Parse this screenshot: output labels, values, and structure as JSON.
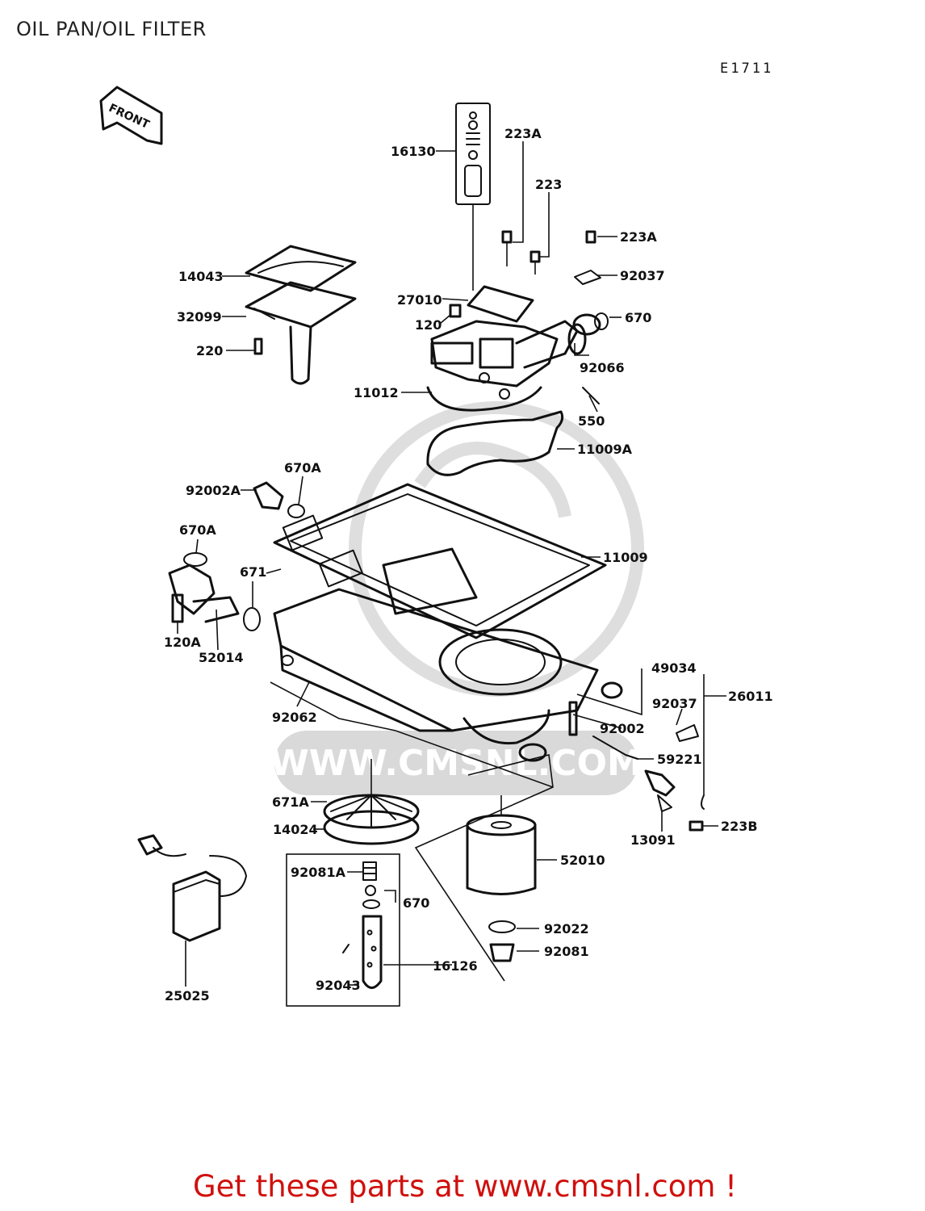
{
  "header": {
    "title": "OIL PAN/OIL FILTER",
    "diagram_code": "E1711"
  },
  "front_marker": {
    "label": "FRONT"
  },
  "watermark": {
    "text": "WWW.CMSNL.COM"
  },
  "callouts": [
    {
      "id": "16130",
      "label": "16130"
    },
    {
      "id": "223A-top",
      "label": "223A"
    },
    {
      "id": "223",
      "label": "223"
    },
    {
      "id": "223A-right",
      "label": "223A"
    },
    {
      "id": "92037-top",
      "label": "92037"
    },
    {
      "id": "14043",
      "label": "14043"
    },
    {
      "id": "27010",
      "label": "27010"
    },
    {
      "id": "670-top",
      "label": "670"
    },
    {
      "id": "32099",
      "label": "32099"
    },
    {
      "id": "120",
      "label": "120"
    },
    {
      "id": "220",
      "label": "220"
    },
    {
      "id": "92066",
      "label": "92066"
    },
    {
      "id": "11012",
      "label": "11012"
    },
    {
      "id": "550",
      "label": "550"
    },
    {
      "id": "11009A",
      "label": "11009A"
    },
    {
      "id": "670A-top",
      "label": "670A"
    },
    {
      "id": "92002A",
      "label": "92002A"
    },
    {
      "id": "670A-left",
      "label": "670A"
    },
    {
      "id": "11009",
      "label": "11009"
    },
    {
      "id": "671",
      "label": "671"
    },
    {
      "id": "120A",
      "label": "120A"
    },
    {
      "id": "52014",
      "label": "52014"
    },
    {
      "id": "49034",
      "label": "49034"
    },
    {
      "id": "26011",
      "label": "26011"
    },
    {
      "id": "92037-right",
      "label": "92037"
    },
    {
      "id": "92062",
      "label": "92062"
    },
    {
      "id": "92002",
      "label": "92002"
    },
    {
      "id": "59221",
      "label": "59221"
    },
    {
      "id": "671A",
      "label": "671A"
    },
    {
      "id": "14024",
      "label": "14024"
    },
    {
      "id": "223B",
      "label": "223B"
    },
    {
      "id": "13091",
      "label": "13091"
    },
    {
      "id": "52010",
      "label": "52010"
    },
    {
      "id": "92081A",
      "label": "92081A"
    },
    {
      "id": "670-bottom",
      "label": "670"
    },
    {
      "id": "92022",
      "label": "92022"
    },
    {
      "id": "92081",
      "label": "92081"
    },
    {
      "id": "16126",
      "label": "16126"
    },
    {
      "id": "92043",
      "label": "92043"
    },
    {
      "id": "25025",
      "label": "25025"
    }
  ],
  "footer": {
    "text": "Get these parts at www.cmsnl.com !",
    "color": "#d0100d"
  }
}
